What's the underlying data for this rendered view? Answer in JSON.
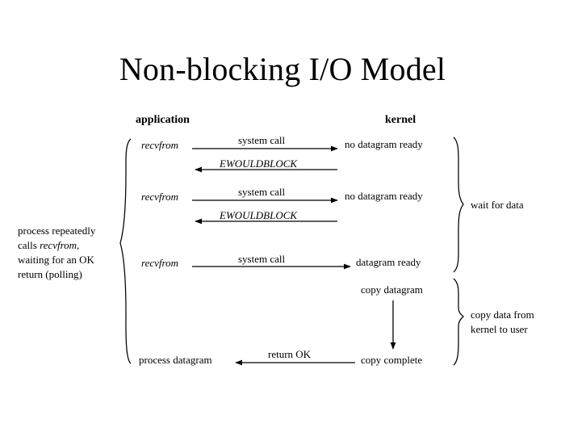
{
  "title": "Non-blocking I/O Model",
  "columns": {
    "application": "application",
    "kernel": "kernel"
  },
  "rows": [
    {
      "call": "recvfrom",
      "call_arrow_caption": "system  call",
      "kernel_state": "no datagram ready",
      "reply_caption": "EWOULDBLOCK"
    },
    {
      "call": "recvfrom",
      "call_arrow_caption": "system  call",
      "kernel_state": "no datagram ready",
      "reply_caption": "EWOULDBLOCK"
    },
    {
      "call": "recvfrom",
      "call_arrow_caption": "system  call",
      "kernel_state": "datagram ready",
      "reply_caption": ""
    }
  ],
  "copy_phase": {
    "copy_datagram": "copy  datagram",
    "copy_complete": "copy  complete",
    "return_caption": "return OK",
    "process_datagram": "process datagram"
  },
  "annotations": {
    "left": {
      "line1": "process repeatedly",
      "line2_prefix": "calls ",
      "line2_italic": "recvfrom",
      "line2_suffix": ",",
      "line3": "waiting for an OK",
      "line4": "return (polling)"
    },
    "wait_for_data": "wait for data",
    "copy_data_line1": "copy data from",
    "copy_data_line2": "kernel to user"
  },
  "colors": {
    "ink": "#000000",
    "background": "#ffffff"
  }
}
